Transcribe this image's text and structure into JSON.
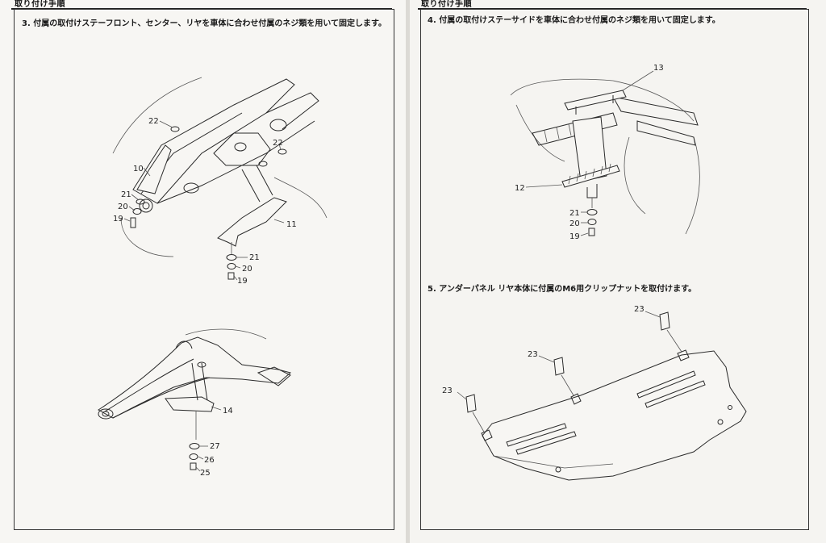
{
  "left_page": {
    "header_tab": "取り付け手順",
    "step_text": "3. 付属の取付けステーフロント、センター、リヤを車体に合わせ付属のネジ類を用いて固定します。",
    "callouts": {
      "c22a": "22",
      "c22b": "22",
      "c10": "10",
      "c21a": "21",
      "c20a": "20",
      "c19a": "19",
      "c11": "11",
      "c21b": "21",
      "c20b": "20",
      "c19b": "19",
      "c14": "14",
      "c27": "27",
      "c26": "26",
      "c25": "25"
    }
  },
  "right_page": {
    "header_tab": "取り付け手順",
    "step4_text": "4. 付属の取付けステーサイドを車体に合わせ付属のネジ類を用いて固定します。",
    "step5_text": "5. アンダーパネル リヤ本体に付属のM6用クリップナットを取付けます。",
    "callouts": {
      "c13": "13",
      "c12": "12",
      "c21": "21",
      "c20": "20",
      "c19": "19",
      "c23a": "23",
      "c23b": "23",
      "c23c": "23"
    }
  }
}
